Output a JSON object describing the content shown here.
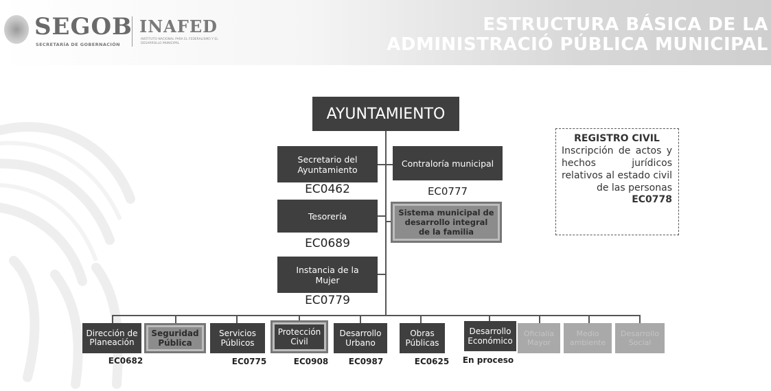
{
  "header": {
    "segob_logo": "SEGOB",
    "segob_subtitle": "SECRETARÍA DE GOBERNACIÓN",
    "inafed_logo": "INAFED",
    "inafed_subtitle": "INSTITUTO NACIONAL PARA EL FEDERALISMO Y EL DESARROLLO MUNICIPAL",
    "title_line1": "ESTRUCTURA BÁSICA DE LA",
    "title_line2": "ADMINISTRACIÓ PÚBLICA MUNICIPAL"
  },
  "org": {
    "root": "AYUNTAMIENTO",
    "secretario": {
      "label": "Secretario del Ayuntamiento",
      "code": "EC0462"
    },
    "contraloria": {
      "label": "Contraloría municipal",
      "code": "EC0777"
    },
    "tesoreria": {
      "label": "Tesorería",
      "code": "EC0689"
    },
    "dif": {
      "label": "Sistema municipal de desarrollo integral de la familia"
    },
    "mujer": {
      "label": "Instancia de la Mujer",
      "code": "EC0779"
    },
    "bottom": [
      {
        "label": "Dirección de Planeación",
        "code": "EC0682"
      },
      {
        "label": "Seguridad Pública",
        "code": ""
      },
      {
        "label": "Servicios Públicos",
        "code": "EC0775"
      },
      {
        "label": "Protección Civil",
        "code": "EC0908"
      },
      {
        "label": "Desarrollo Urbano",
        "code": "EC0987"
      },
      {
        "label": "Obras Públicas",
        "code": "EC0625"
      },
      {
        "label": "Desarrollo Económico",
        "code": "En proceso"
      },
      {
        "label": "Oficialía Mayor",
        "code": ""
      },
      {
        "label": "Medio ambiente",
        "code": ""
      },
      {
        "label": "Desarrollo Social",
        "code": ""
      }
    ]
  },
  "registro_civil": {
    "title": "REGISTRO CIVIL",
    "body": "Inscripción de actos y hechos jurídicos relativos al estado civil de las personas",
    "code": "EC0778"
  },
  "colors": {
    "dark_box": "#3f3f3f",
    "mid_box": "#8c8c8c",
    "light_box": "#a9a9a9",
    "header_title": "#ffffff"
  }
}
